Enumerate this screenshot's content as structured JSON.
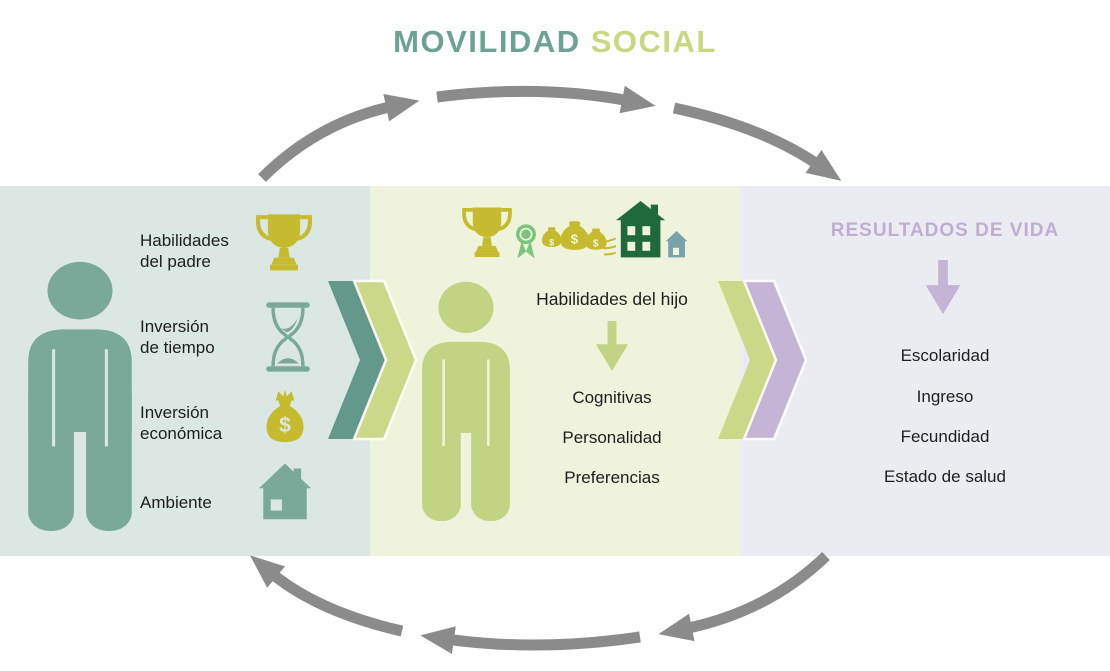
{
  "title": {
    "movilidad": "MOVILIDAD",
    "social": "SOCIAL"
  },
  "left_panel": {
    "figure": "parent-figure",
    "items": [
      {
        "label": "Habilidades\ndel padre",
        "icon": "trophy-icon"
      },
      {
        "label": "Inversión\nde tiempo",
        "icon": "hourglass-icon"
      },
      {
        "label": "Inversión\neconómica",
        "icon": "money-bag-icon"
      },
      {
        "label": "Ambiente",
        "icon": "house-icon"
      }
    ]
  },
  "middle_panel": {
    "figure": "child-figure",
    "icons": [
      "trophy-icon",
      "award-ribbon-icon",
      "money-bags-icon",
      "houses-icon"
    ],
    "heading": "Habilidades del hijo",
    "items": [
      "Cognitivas",
      "Personalidad",
      "Preferencias"
    ]
  },
  "right_panel": {
    "heading": "RESULTADOS DE VIDA",
    "items": [
      "Escolaridad",
      "Ingreso",
      "Fecundidad",
      "Estado de salud"
    ]
  },
  "colors": {
    "teal_title": "#6ca193",
    "teal_figure": "#7aa899",
    "teal_chevron": "#64988a",
    "social_green": "#c9d77f",
    "chevron_green": "#cbd888",
    "child_green": "#c2d383",
    "olive": "#c6ba2e",
    "purple": "#c4b4d5",
    "results_purple": "#bfaed1",
    "dark_green": "#20693c",
    "ribbon_green": "#7cc47e",
    "small_house": "#78a3aa",
    "arrow_gray": "#8b8b8b",
    "ink": "#1e1e1e",
    "panel_left_bg": "#dbe7e2",
    "panel_middle_bg": "#eff3dc",
    "panel_right_bg": "#ebebf2"
  }
}
